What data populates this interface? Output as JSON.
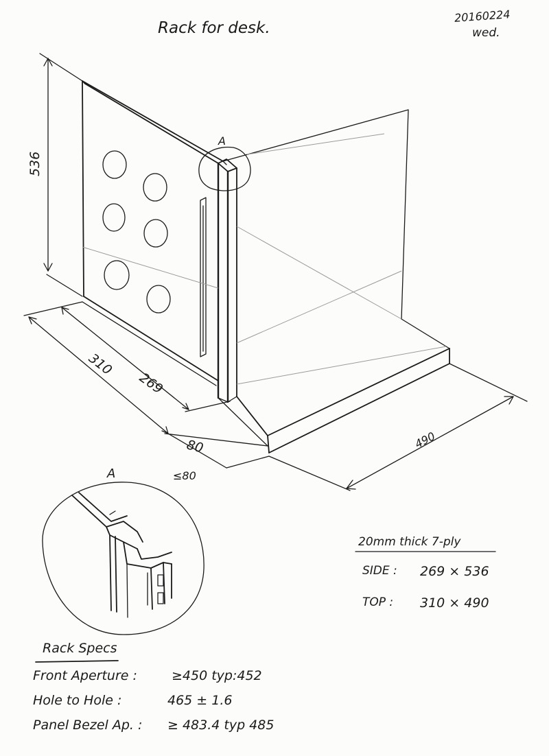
{
  "title": "Rack for desk.",
  "date": {
    "line1": "20160224",
    "line2": "wed."
  },
  "dimensions": {
    "height": "536",
    "depth_total": "310",
    "depth_side": "269",
    "offset": "80",
    "offset_max": "≤80",
    "width": "490"
  },
  "detail": {
    "callout_label": "A",
    "view_label": "A"
  },
  "material": {
    "heading": "20mm thick 7-ply",
    "side_label": "SIDE :",
    "side_value": "269 × 536",
    "top_label": "TOP :",
    "top_value": "310 × 490"
  },
  "specs": {
    "heading": "Rack Specs",
    "rows": [
      {
        "label": "Front Aperture :",
        "value": "≥450  typ:452"
      },
      {
        "label": "Hole to Hole :",
        "value": "465 ± 1.6"
      },
      {
        "label": "Panel Bezel Ap. :",
        "value": "≥ 483.4   typ 485"
      }
    ]
  }
}
